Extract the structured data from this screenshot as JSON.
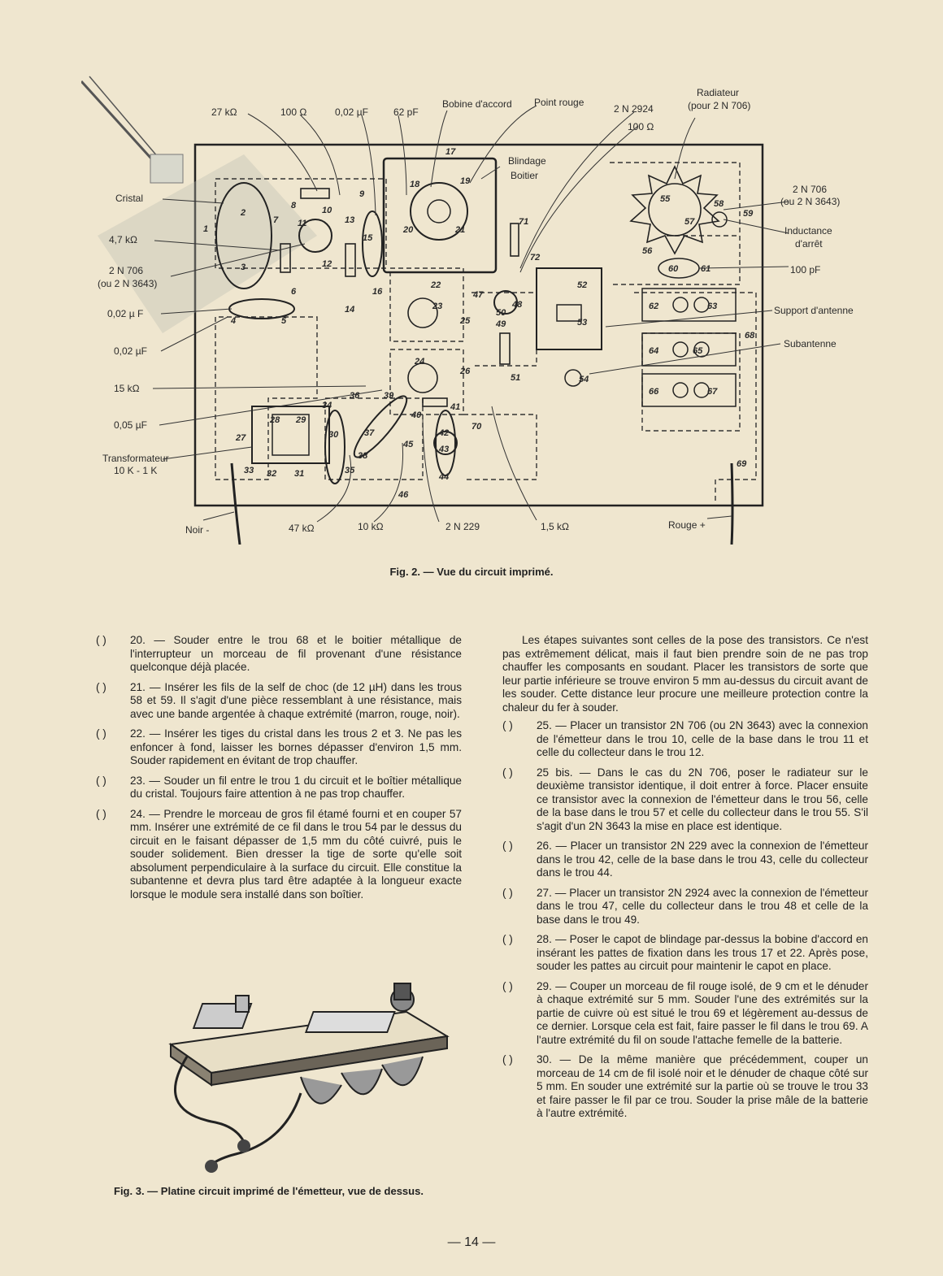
{
  "figure2": {
    "caption": "Fig. 2. — Vue du circuit imprimé.",
    "top_labels": {
      "r27k": "27 kΩ",
      "r100": "100 Ω",
      "c002": "0,02 µF",
      "c62p": "62 pF",
      "bobine": "Bobine d'accord",
      "point_rouge": "Point rouge",
      "t2n2924": "2 N 2924",
      "r100b": "100 Ω",
      "radiateur_1": "Radiateur",
      "radiateur_2": "(pour 2 N 706)",
      "blindage_1": "Blindage",
      "blindage_2": "Boitier"
    },
    "left_labels": {
      "cristal": "Cristal",
      "r47k": "4,7 kΩ",
      "t2n706_1": "2 N 706",
      "t2n706_2": "(ou 2 N 3643)",
      "c002a": "0,02 µ F",
      "c002b": "0,02 µF",
      "r15k": "15 kΩ",
      "c005": "0,05 µF",
      "transfo_1": "Transformateur",
      "transfo_2": "10 K - 1 K"
    },
    "right_labels": {
      "t2n706_1": "2 N 706",
      "t2n706_2": "(ou 2 N 3643)",
      "inductance_1": "Inductance",
      "inductance_2": "d'arrêt",
      "c100p": "100 pF",
      "support": "Support d'antenne",
      "subantenne": "Subantenne"
    },
    "bottom_labels": {
      "noir": "Noir -",
      "r47k": "47 kΩ",
      "r10k": "10 kΩ",
      "t2n229": "2 N 229",
      "r15k": "1,5 kΩ",
      "rouge": "Rouge +"
    },
    "holes": [
      "1",
      "2",
      "3",
      "4",
      "5",
      "6",
      "7",
      "8",
      "9",
      "10",
      "11",
      "12",
      "13",
      "14",
      "15",
      "16",
      "17",
      "18",
      "19",
      "20",
      "21",
      "22",
      "23",
      "24",
      "25",
      "26",
      "27",
      "28",
      "29",
      "30",
      "31",
      "32",
      "33",
      "34",
      "35",
      "36",
      "37",
      "38",
      "39",
      "40",
      "41",
      "42",
      "43",
      "44",
      "45",
      "46",
      "47",
      "48",
      "49",
      "50",
      "51",
      "52",
      "53",
      "54",
      "55",
      "56",
      "57",
      "58",
      "59",
      "60",
      "61",
      "62",
      "63",
      "64",
      "65",
      "66",
      "67",
      "68",
      "69",
      "70",
      "71",
      "72"
    ]
  },
  "left_column": [
    {
      "mark": "(   )",
      "text": "20. — Souder entre le trou 68 et le boitier métallique de l'interrupteur un morceau de fil provenant d'une résistance quelconque déjà placée."
    },
    {
      "mark": "(   )",
      "text": "21. — Insérer les fils de la self de choc (de 12 µH) dans les trous 58 et 59. Il s'agit d'une pièce ressemblant à une résistance, mais avec une bande argentée à chaque extrémité (marron, rouge, noir)."
    },
    {
      "mark": "(   )",
      "text": "22. — Insérer les tiges du cristal dans les trous 2 et 3. Ne pas les enfoncer à fond, laisser les bornes dépasser d'environ 1,5 mm. Souder rapidement en évitant de trop chauffer."
    },
    {
      "mark": "(   )",
      "text": "23. — Souder un fil entre le trou 1 du circuit et le boîtier métallique du cristal. Toujours faire attention à ne pas trop chauffer."
    },
    {
      "mark": "(   )",
      "text": "24. — Prendre le morceau de gros fil étamé fourni et en couper 57 mm. Insérer une extrémité de ce fil dans le trou 54 par le dessus du circuit en le faisant dépasser de 1,5 mm du côté cuivré, puis le souder solidement. Bien dresser la tige de sorte qu'elle soit absolument perpendiculaire à la surface du circuit. Elle constitue la subantenne et devra plus tard être adaptée à la longueur exacte lorsque le module sera installé dans son boîtier."
    }
  ],
  "right_intro": "Les étapes suivantes sont celles de la pose des transistors. Ce n'est pas extrêmement délicat, mais il faut bien prendre soin de ne pas trop chauffer les composants en soudant. Placer les transistors de sorte que leur partie inférieure se trouve environ 5 mm au-dessus du circuit avant de les souder. Cette distance leur procure une meilleure protection contre la chaleur du fer à souder.",
  "right_column": [
    {
      "mark": "(   )",
      "text": "25. — Placer un transistor 2N 706 (ou 2N 3643) avec la connexion de l'émetteur dans le trou 10, celle de la base dans le trou 11 et celle du collecteur dans le trou 12."
    },
    {
      "mark": "(   )",
      "text": "25 bis. — Dans le cas du 2N 706, poser le radiateur sur le deuxième transistor identique, il doit entrer à force. Placer ensuite ce transistor avec la connexion de l'émetteur dans le trou 56, celle de la base dans le trou 57 et celle du collecteur dans le trou 55. S'il s'agit d'un 2N 3643 la mise en place est identique."
    },
    {
      "mark": "(   )",
      "text": "26. — Placer un transistor 2N 229 avec la connexion de l'émetteur dans le trou 42, celle de la base dans le trou 43, celle du collecteur dans le trou 44."
    },
    {
      "mark": "(   )",
      "text": "27. — Placer un transistor 2N 2924 avec la connexion de l'émetteur dans le trou 47, celle du collecteur dans le trou 48 et celle de la base dans le trou 49."
    },
    {
      "mark": "(   )",
      "text": "28. — Poser le capot de blindage par-dessus la bobine d'accord en insérant les pattes de fixation dans les trous 17 et 22. Après pose, souder les pattes au circuit pour maintenir le capot en place."
    },
    {
      "mark": "(   )",
      "text": "29. — Couper un morceau de fil rouge isolé, de 9 cm et le dénuder à chaque extrémité sur 5 mm. Souder l'une des extrémités sur la partie de cuivre où est situé le trou 69 et légèrement au-dessus de ce dernier. Lorsque cela est fait, faire passer le fil dans le trou 69. A l'autre extrémité du fil on soude l'attache femelle de la batterie."
    },
    {
      "mark": "(   )",
      "text": "30. — De la même manière que précédemment, couper un morceau de 14 cm de fil isolé noir et le dénuder de chaque côté sur 5 mm. En souder une extrémité sur la partie où se trouve le trou 33 et faire passer le fil par ce trou. Souder la prise mâle de la batterie à l'autre extrémité."
    }
  ],
  "figure3": {
    "caption": "Fig. 3. — Platine circuit imprimé de l'émetteur, vue de dessus."
  },
  "page_number": "— 14 —"
}
